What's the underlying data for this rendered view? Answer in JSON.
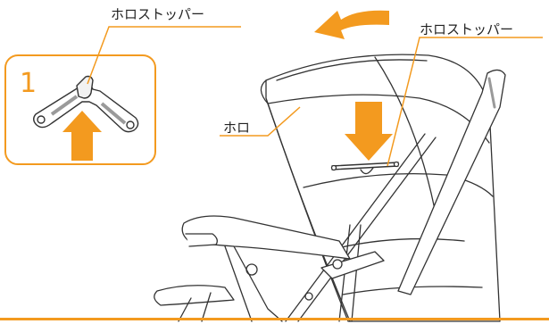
{
  "labels": {
    "stopper_left": "ホロストッパー",
    "stopper_right": "ホロストッパー",
    "hood": "ホロ"
  },
  "step": {
    "number": "1"
  },
  "colors": {
    "accent": "#f39a1f",
    "outline": "#333333",
    "fill_light": "#f2f2f2",
    "fill_dark": "#9a9a9a"
  },
  "icons": {
    "curved_arrow": "rotate-backward-arrow-icon",
    "down_arrow": "arrow-down-icon",
    "up_arrow": "arrow-up-icon"
  }
}
